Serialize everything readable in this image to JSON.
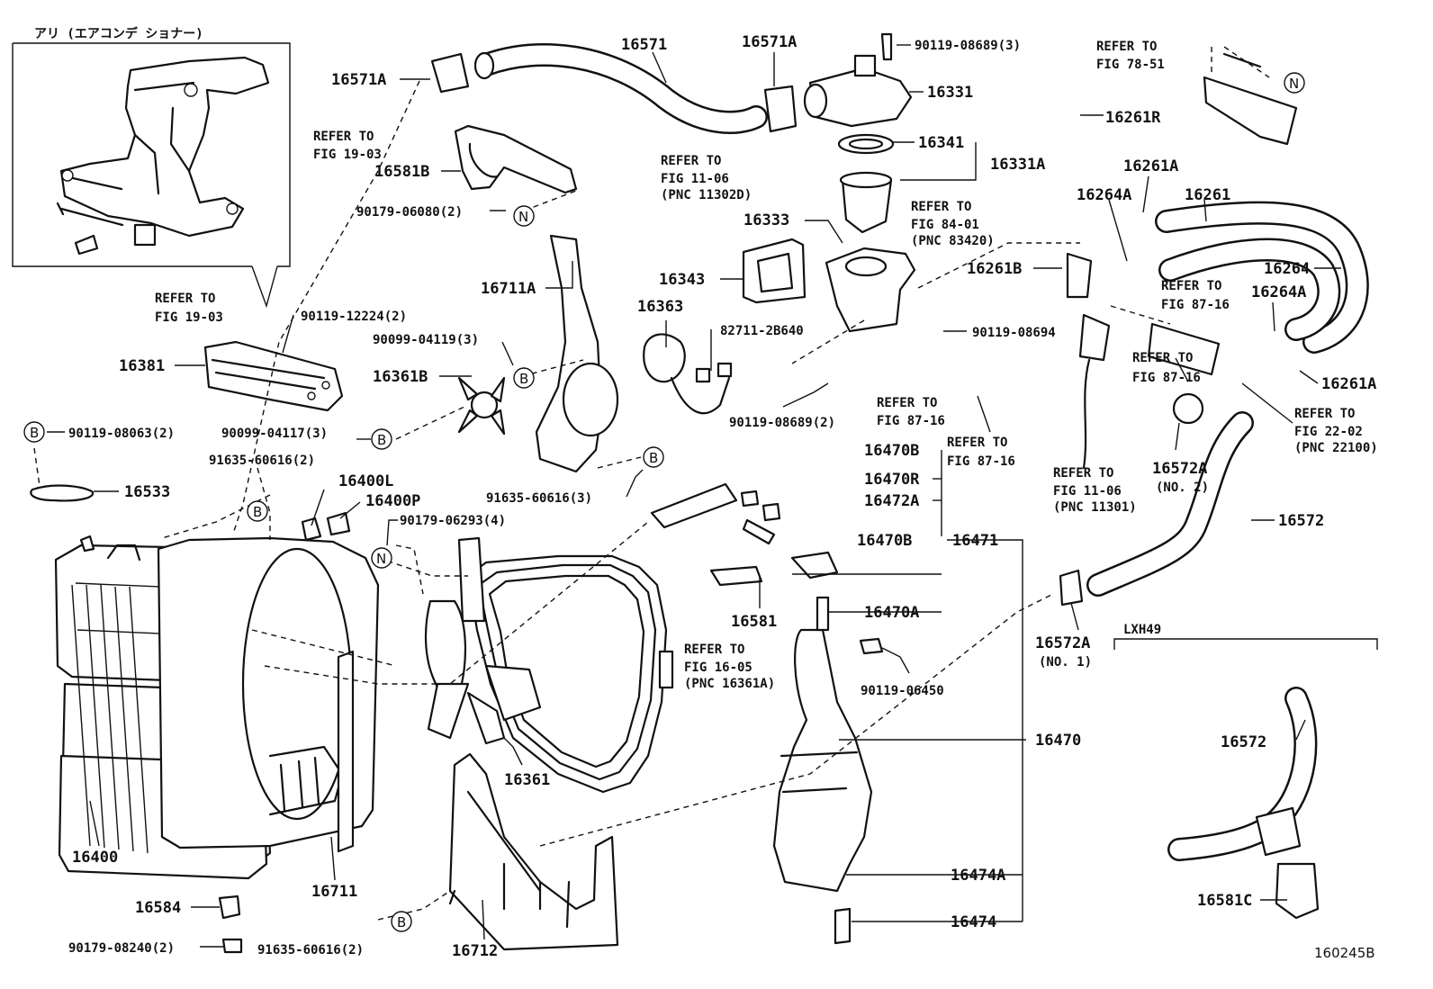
{
  "drawing_id": "160245B",
  "inset_label": "アリ (エアコンデ ショナー)",
  "variant_label": "LXH49",
  "circle_letters": {
    "b": "B",
    "n": "N"
  },
  "refs": {
    "fig_19_03_a": [
      "REFER TO",
      "FIG 19-03"
    ],
    "fig_19_03_b": [
      "REFER TO",
      "FIG 19-03"
    ],
    "fig_11_06_a": [
      "REFER TO",
      "FIG 11-06",
      "(PNC 11302D)"
    ],
    "fig_78_51": [
      "REFER TO",
      "FIG 78-51"
    ],
    "fig_84_01": [
      "REFER TO",
      "FIG 84-01",
      "(PNC 83420)"
    ],
    "fig_87_16_a": [
      "REFER TO",
      "FIG 87-16"
    ],
    "fig_87_16_b": [
      "REFER TO",
      "FIG 87-16"
    ],
    "fig_87_16_c": [
      "REFER TO",
      "FIG 87-16"
    ],
    "fig_87_16_d": [
      "REFER TO",
      "FIG 87-16"
    ],
    "fig_22_02": [
      "REFER TO",
      "FIG 22-02",
      "(PNC 22100)"
    ],
    "fig_11_06_b": [
      "REFER TO",
      "FIG 11-06",
      "(PNC 11301)"
    ],
    "fig_16_05": [
      "REFER TO",
      "FIG 16-05",
      "(PNC 16361A)"
    ]
  },
  "labels": {
    "p16571": "16571",
    "p16571a_l": "16571A",
    "p16571a_r": "16571A",
    "b90119_08689_3": "90119-08689(3)",
    "p16331": "16331",
    "p16341": "16341",
    "p16331a": "16331A",
    "p16581b": "16581B",
    "b90179_06080": "90179-06080(2)",
    "p16333": "16333",
    "p16343": "16343",
    "p16363": "16363",
    "p16711a": "16711A",
    "b82711": "82711-2B640",
    "b90099_04119": "90099-04119(3)",
    "p16361b": "16361B",
    "b90119_12224": "90119-12224(2)",
    "p16381": "16381",
    "b90119_08063": "90119-08063(2)",
    "b90099_04117": "90099-04117(3)",
    "b91635_60616_2a": "91635-60616(2)",
    "p16533": "16533",
    "p16400l": "16400L",
    "p16400p": "16400P",
    "b90179_06293": "90179-06293(4)",
    "b91635_60616_3": "91635-60616(3)",
    "p16261r": "16261R",
    "p16261a_t": "16261A",
    "p16264a_t": "16264A",
    "p16261": "16261",
    "p16264": "16264",
    "p16264a_r": "16264A",
    "p16261b": "16261B",
    "b90119_08694": "90119-08694",
    "p16261a_r": "16261A",
    "b90119_08689_2": "90119-08689(2)",
    "p16572a_no2": "16572A",
    "no2": "(NO. 2)",
    "p16470b_1": "16470B",
    "p16470r": "16470R",
    "p16472a": "16472A",
    "p16470b_2": "16470B",
    "p16471": "16471",
    "p16572": "16572",
    "p16581": "16581",
    "p16470a": "16470A",
    "p16572a_no1": "16572A",
    "no1": "(NO. 1)",
    "b90119_06450": "90119-06450",
    "p16470": "16470",
    "p16572_b": "16572",
    "p16474a": "16474A",
    "p16474": "16474",
    "p16581c": "16581C",
    "p16400": "16400",
    "p16711": "16711",
    "p16584": "16584",
    "b90179_08240": "90179-08240(2)",
    "b91635_60616_2b": "91635-60616(2)",
    "p16712": "16712",
    "p16361": "16361"
  }
}
